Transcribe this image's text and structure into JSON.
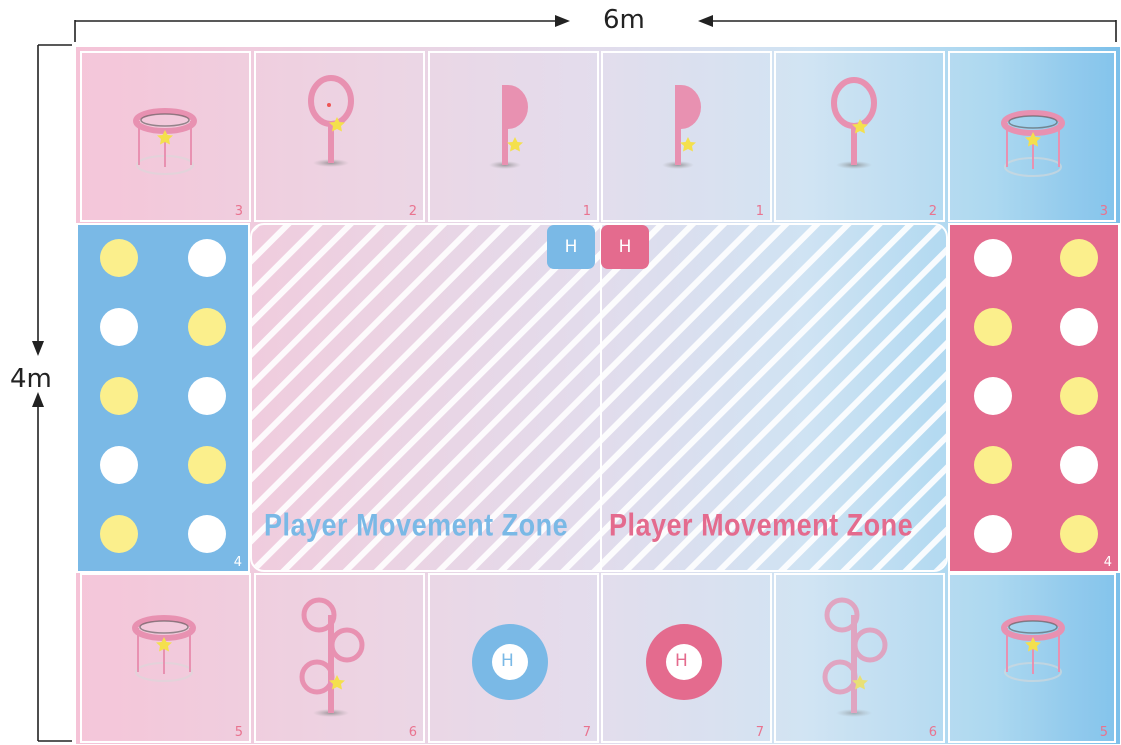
{
  "dimensions": {
    "width_label": "6m",
    "height_label": "4m"
  },
  "colors": {
    "blue": "#7ab9e6",
    "pink": "#e46b8e",
    "yellow": "#fbef8c",
    "hoop": "#e891b1"
  },
  "top_row": [
    {
      "number": "3",
      "icon": "hoop-ring-icon"
    },
    {
      "number": "2",
      "icon": "ring-target-icon"
    },
    {
      "number": "1",
      "icon": "half-circle-flag-icon"
    },
    {
      "number": "1",
      "icon": "half-circle-flag-icon"
    },
    {
      "number": "2",
      "icon": "ring-target-icon"
    },
    {
      "number": "3",
      "icon": "hoop-ring-icon"
    }
  ],
  "bottom_row": [
    {
      "number": "5",
      "icon": "hoop-ring-icon"
    },
    {
      "number": "6",
      "icon": "triple-ring-target-icon"
    },
    {
      "number": "7",
      "icon": "home-base-ring-icon",
      "label": "H"
    },
    {
      "number": "7",
      "icon": "home-base-ring-icon",
      "label": "H"
    },
    {
      "number": "6",
      "icon": "triple-ring-target-icon"
    },
    {
      "number": "5",
      "icon": "hoop-ring-icon"
    }
  ],
  "left_panel": {
    "number": "4",
    "color": "#7ab9e6",
    "dots": [
      "yellow",
      "white",
      "white",
      "yellow",
      "yellow",
      "white",
      "white",
      "yellow",
      "yellow",
      "white"
    ]
  },
  "right_panel": {
    "number": "4",
    "color": "#e46b8e",
    "dots": [
      "white",
      "yellow",
      "yellow",
      "white",
      "white",
      "yellow",
      "yellow",
      "white",
      "white",
      "yellow"
    ]
  },
  "zones": [
    {
      "label": "Player Movement Zone",
      "color": "#7ab9e6"
    },
    {
      "label": "Player Movement Zone",
      "color": "#e46b8e"
    }
  ],
  "markers": [
    {
      "label": "H",
      "color": "#7ab9e6"
    },
    {
      "label": "H",
      "color": "#e46b8e"
    }
  ]
}
